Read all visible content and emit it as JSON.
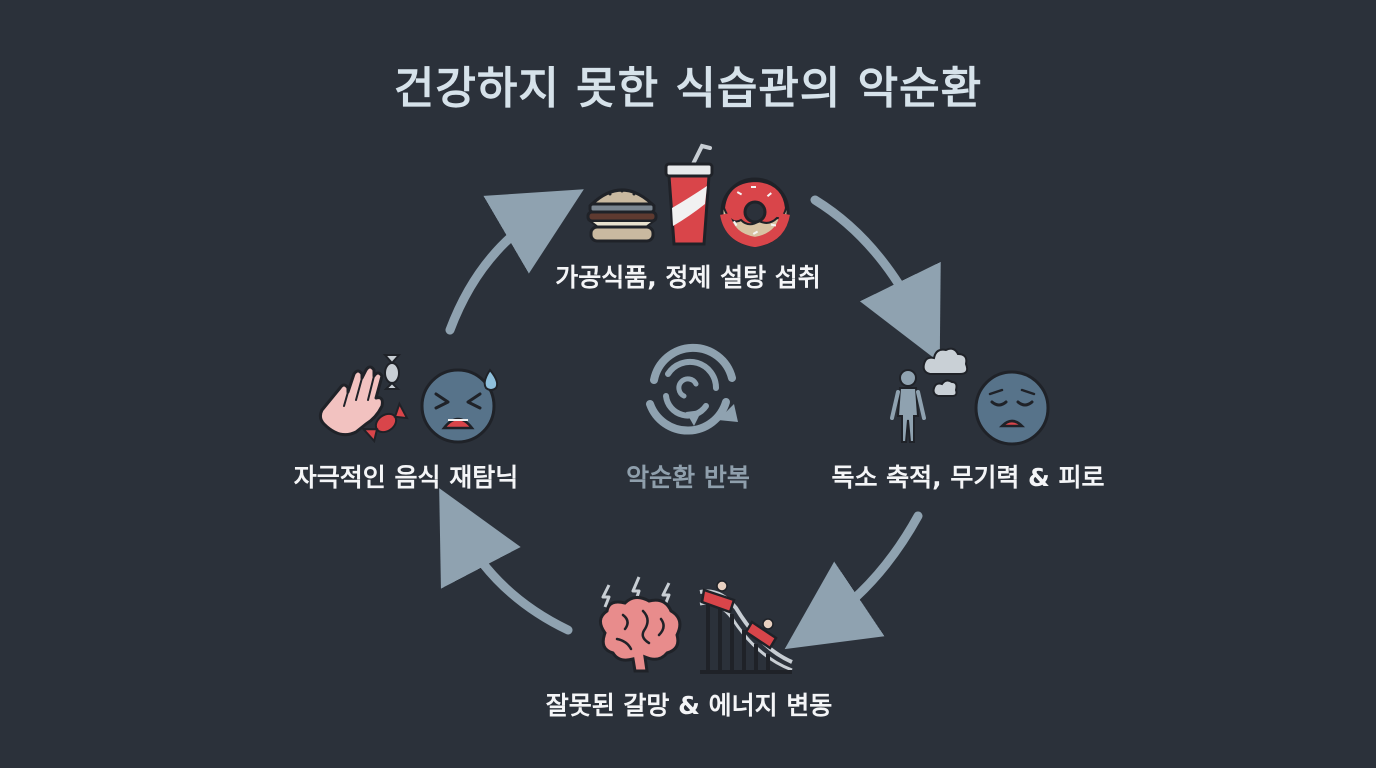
{
  "title": "건강하지 못한 식습관의 악순환",
  "stages": {
    "top": "가공식품, 정제 설탕 섭취",
    "right": "독소 축적, 무기력 & 피로",
    "bottom": "잘못된 갈망 & 에너지 변동",
    "left": "자극적인 음식 재탐닉"
  },
  "center": "악순환 반복",
  "colors": {
    "background": "#2b313a",
    "arrow": "#8fa2b0",
    "accent_red": "#d9454a",
    "face_blue": "#57738a"
  },
  "icons": [
    "burger-icon",
    "soda-cup-icon",
    "donut-icon",
    "tired-person-icon",
    "smoke-cloud-icon",
    "sad-face-icon",
    "brain-lightning-icon",
    "roller-coaster-icon",
    "grabbing-hand-icon",
    "candy-icon",
    "anxious-face-icon",
    "cycle-icon"
  ]
}
